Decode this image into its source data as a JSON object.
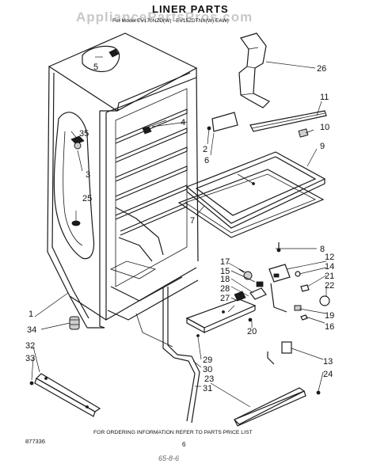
{
  "title": "LINER PARTS",
  "model_line": "For Model EV170NZD(W) - EV15ZDTNX(W) EAW)",
  "watermark": "AppliancePartsPros.com",
  "footer_note": "FOR ORDERING INFORMATION REFER TO PARTS PRICE LIST",
  "doc_number": "877336",
  "page_number": "6",
  "handwritten": "65-8-6",
  "callouts": [
    "1",
    "2",
    "3",
    "4",
    "5",
    "6",
    "7",
    "8",
    "9",
    "10",
    "11",
    "12",
    "13",
    "14",
    "15",
    "16",
    "17",
    "18",
    "19",
    "20",
    "21",
    "22",
    "23",
    "24",
    "25",
    "26",
    "27",
    "28",
    "29",
    "30",
    "31",
    "32",
    "33",
    "34",
    "35"
  ]
}
